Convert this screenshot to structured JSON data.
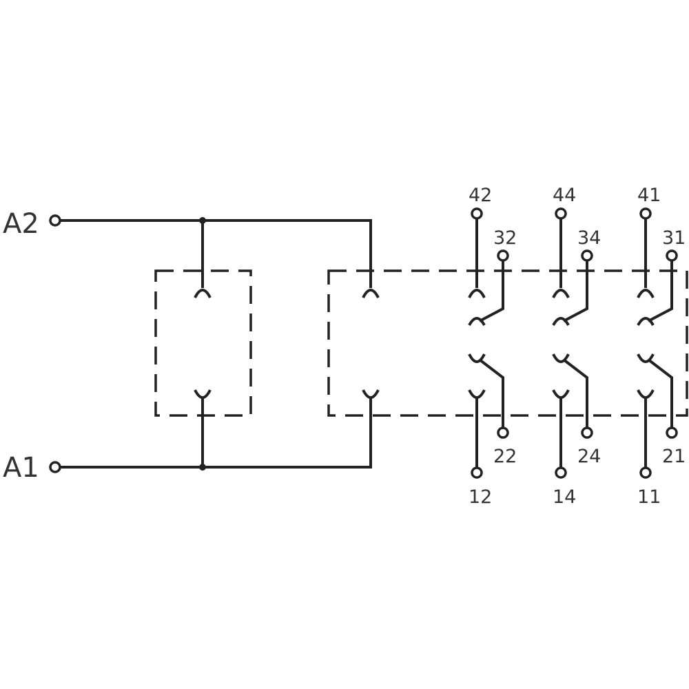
{
  "diagram": {
    "coil_terminals": {
      "top": "A2",
      "bottom": "A1"
    },
    "contact_groups": [
      {
        "top_outer": "42",
        "top_inner": "32",
        "bottom_inner": "22",
        "bottom_outer": "12"
      },
      {
        "top_outer": "44",
        "top_inner": "34",
        "bottom_inner": "24",
        "bottom_outer": "14"
      },
      {
        "top_outer": "41",
        "top_inner": "31",
        "bottom_inner": "21",
        "bottom_outer": "11"
      }
    ]
  }
}
